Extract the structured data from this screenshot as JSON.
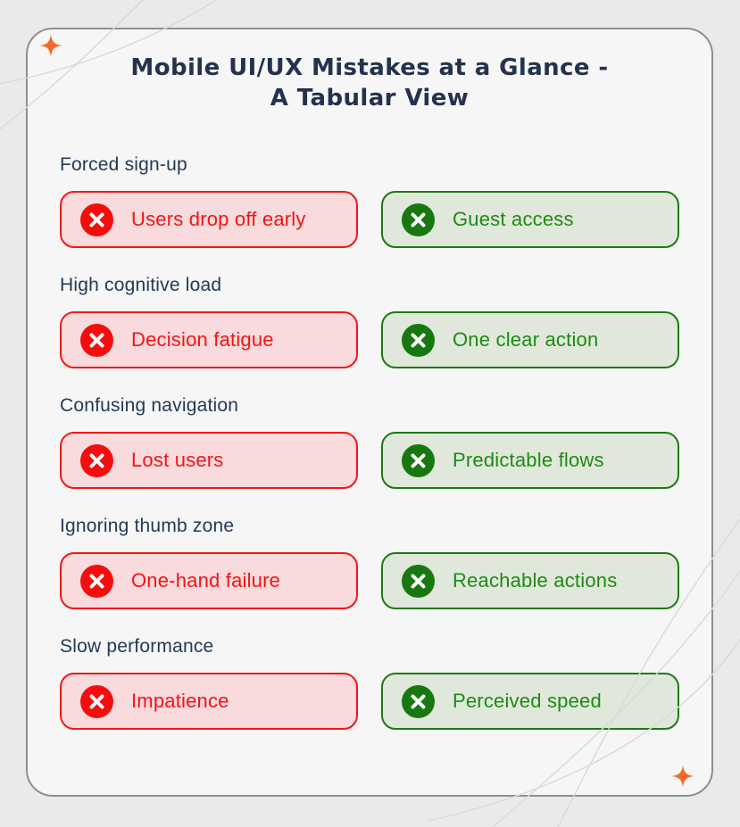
{
  "title": {
    "line1": "Mobile UI/UX Mistakes at a Glance -",
    "line2": "A Tabular View"
  },
  "sections": [
    {
      "heading": "Forced sign-up",
      "mistake": "Users drop off early",
      "fix": "Guest access"
    },
    {
      "heading": "High cognitive load",
      "mistake": "Decision fatigue",
      "fix": "One clear action"
    },
    {
      "heading": "Confusing navigation",
      "mistake": "Lost users",
      "fix": "Predictable flows"
    },
    {
      "heading": "Ignoring thumb zone",
      "mistake": "One-hand failure",
      "fix": "Reachable actions"
    },
    {
      "heading": "Slow performance",
      "mistake": "Impatience",
      "fix": "Perceived speed"
    }
  ],
  "icons": {
    "mistake_icon": "x-circle-icon",
    "fix_icon": "x-circle-icon",
    "corner_decoration": "sparkle-icon"
  },
  "colors": {
    "page_background": "#eaeaea",
    "card_background": "#f6f6f6",
    "card_border": "#8f8f8f",
    "title_navy": "#24324e",
    "heading_navy": "#233a55",
    "mistake_red": "#f51313",
    "mistake_pill_background": "#f9dadd",
    "fix_green": "#1f8a13",
    "fix_circle_green": "#17780f",
    "fix_pill_background": "#dfe8db",
    "sparkle_orange": "#f5692a"
  }
}
